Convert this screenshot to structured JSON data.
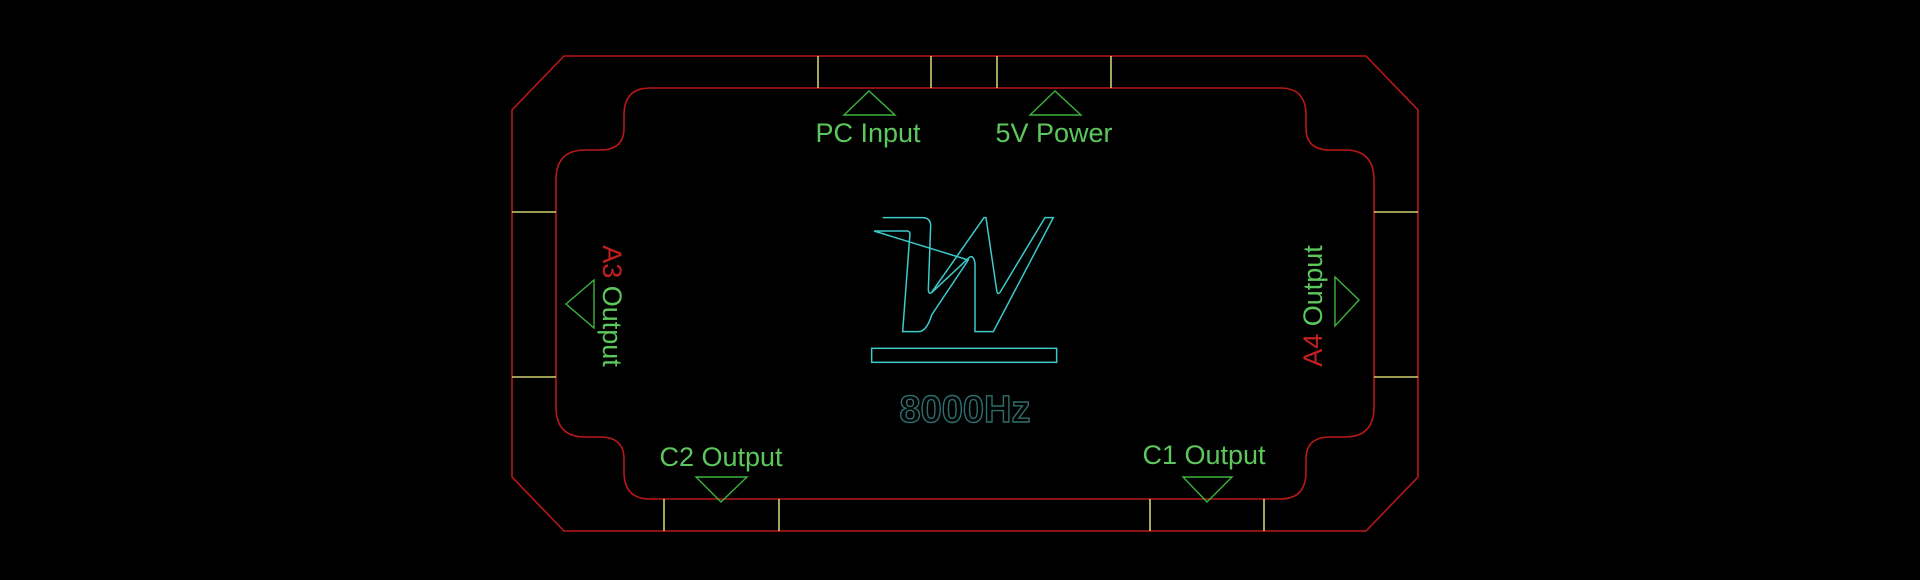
{
  "labels": {
    "pc_input": "PC Input",
    "power_5v": "5V Power",
    "a3_prefix": "A3",
    "a3_suffix": " Output",
    "a4_prefix": "A4",
    "a4_suffix": " Output",
    "c2_output": "C2 Output",
    "c1_output": "C1 Output",
    "frequency": "8000Hz"
  },
  "logo": {
    "letter": "W"
  },
  "colors": {
    "board_outline": "#b81818",
    "label_green": "#5cc85c",
    "label_red": "#c42020",
    "tick_yellow": "#d0d070",
    "logo_cyan": "#3ccaca",
    "frequency_teal": "#2f6e6e"
  }
}
